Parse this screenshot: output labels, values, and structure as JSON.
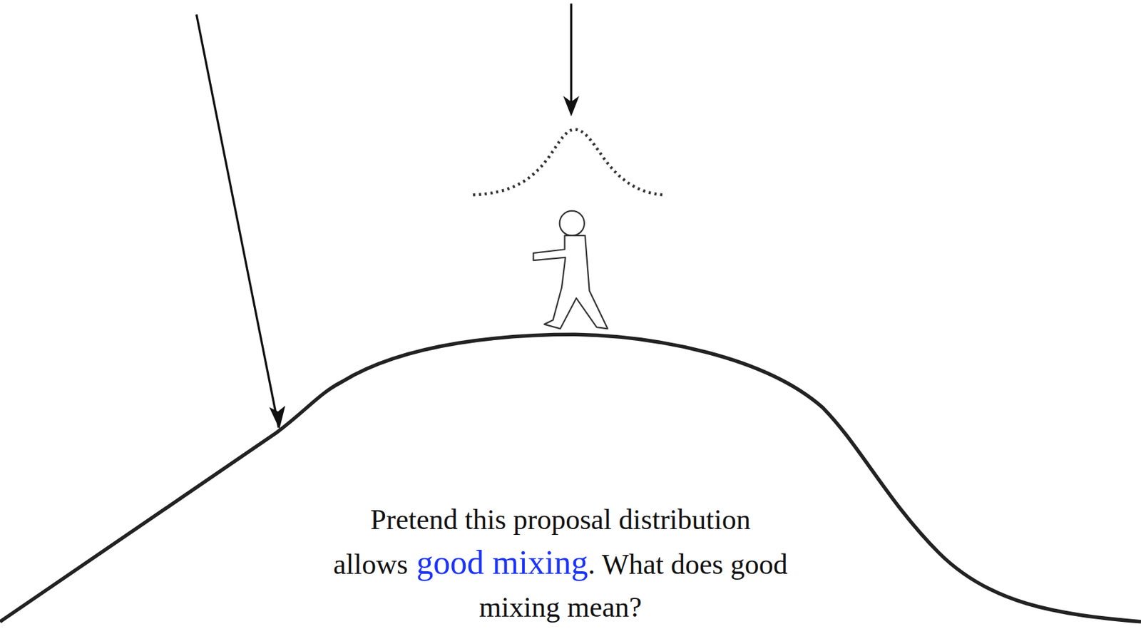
{
  "diagram": {
    "labels": [
      "Pretend this proposal distribution allows",
      "good mixing",
      ". What does good mixing mean?"
    ]
  }
}
